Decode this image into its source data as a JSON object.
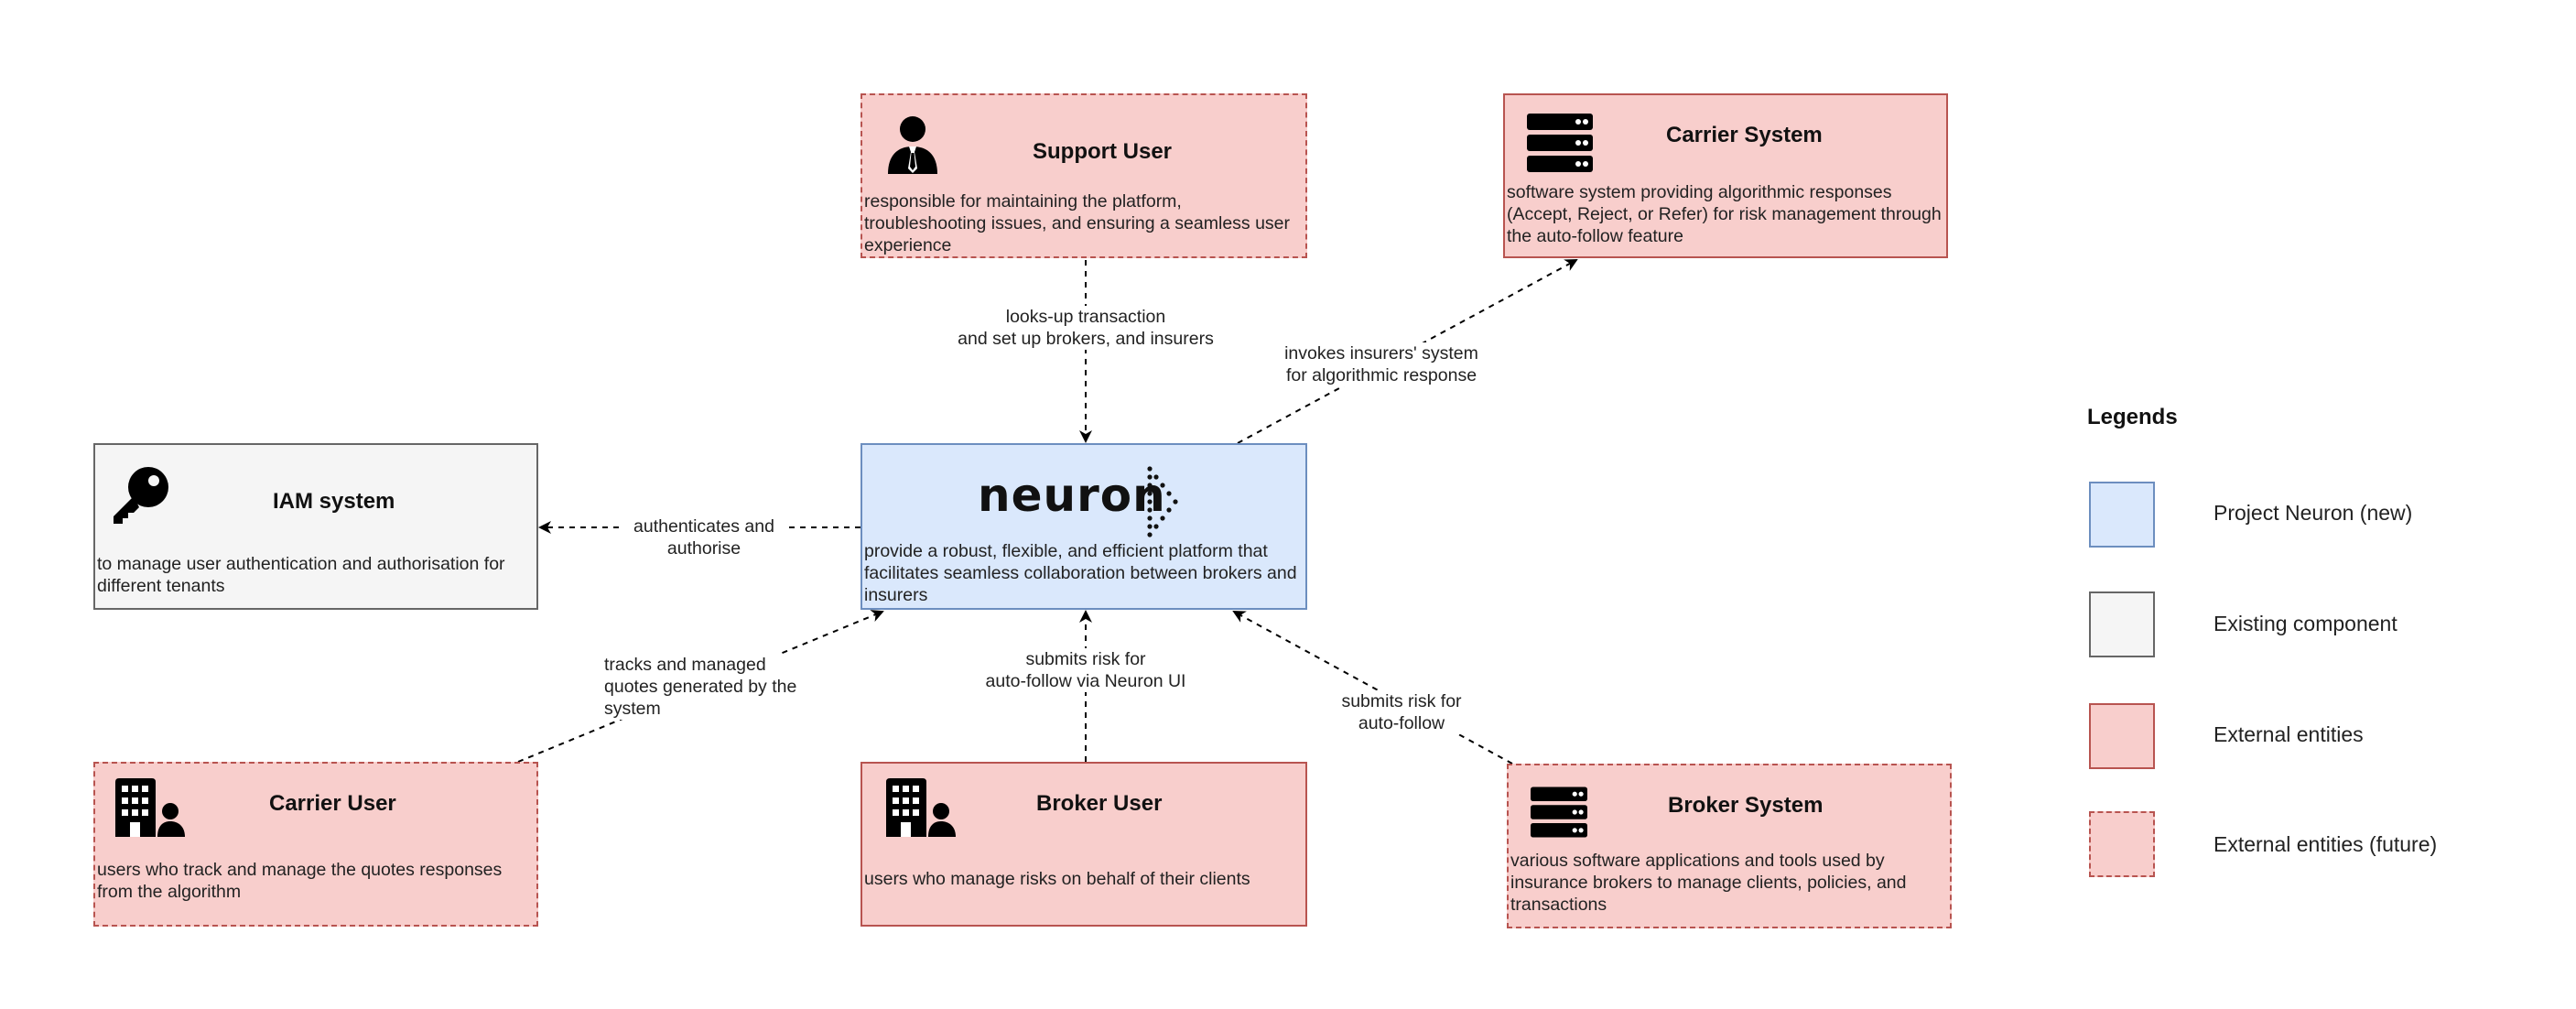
{
  "nodes": {
    "support_user": {
      "title": "Support User",
      "description": "responsible for maintaining the platform, troubleshooting issues, and ensuring a seamless user experience",
      "icon": "person-tie-icon"
    },
    "carrier_system": {
      "title": "Carrier System",
      "description": "software system providing algorithmic responses (Accept, Reject, or Refer) for risk management through the auto-follow feature",
      "icon": "server-icon"
    },
    "iam_system": {
      "title": "IAM system",
      "description": "to manage user authentication and authorisation for different tenants",
      "icon": "key-icon"
    },
    "neuron": {
      "logo_text": "neuron",
      "description": "provide a robust, flexible, and efficient platform that facilitates seamless collaboration between brokers and insurers",
      "icon": "neuron-chevron-logo"
    },
    "carrier_user": {
      "title": "Carrier User",
      "description": "users who track and manage the quotes responses from the algorithm",
      "icon": "building-user-icon"
    },
    "broker_user": {
      "title": "Broker User",
      "description": "users who manage risks on behalf of their clients",
      "icon": "building-user-icon"
    },
    "broker_system": {
      "title": "Broker System",
      "description": "various software applications and tools used by insurance brokers to manage clients, policies, and transactions",
      "icon": "server-icon"
    }
  },
  "edges": {
    "support_to_neuron": [
      "looks-up transaction",
      "and set up brokers, and insurers"
    ],
    "neuron_to_carrier_system": [
      "invokes insurers' system",
      "for algorithmic response"
    ],
    "neuron_to_iam": [
      "authenticates and",
      "authorise"
    ],
    "carrier_user_to_neuron": [
      "tracks and managed",
      "quotes generated by the",
      "system"
    ],
    "broker_user_to_neuron": [
      "submits risk for",
      "auto-follow via Neuron UI"
    ],
    "broker_system_to_neuron": [
      "submits risk for",
      "auto-follow"
    ]
  },
  "legend": {
    "title": "Legends",
    "items": [
      {
        "label": "Project Neuron (new)",
        "fill": "#dae8fc",
        "stroke": "#6c8ebf",
        "style": "solid"
      },
      {
        "label": "Existing component",
        "fill": "#f5f5f5",
        "stroke": "#666666",
        "style": "solid"
      },
      {
        "label": "External entities",
        "fill": "#f8cecc",
        "stroke": "#b85450",
        "style": "solid"
      },
      {
        "label": "External entities (future)",
        "fill": "#f8cecc",
        "stroke": "#b85450",
        "style": "dashed"
      }
    ]
  }
}
